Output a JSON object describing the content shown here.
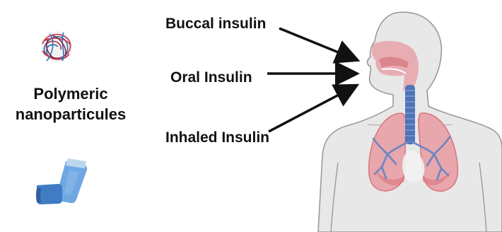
{
  "routes": {
    "buccal": "Buccal insulin",
    "oral": "Oral Insulin",
    "inhaled": "Inhaled Insulin"
  },
  "particle_label": {
    "line1": "Polymeric",
    "line2": "nanoparticules"
  },
  "colors": {
    "skin": "#e8e8e8",
    "outline": "#9a9a9a",
    "airway_pink": "#e8a6ad",
    "lung_red": "#d9747c",
    "trachea_blue": "#4f74b8",
    "bronchi": "#6b86c2",
    "inhaler_body": "#6ea7e2",
    "inhaler_cap": "#bcd6ef",
    "inhaler_mouth": "#2f5f9e",
    "particle_red": "#c9313a",
    "particle_blue": "#2f6fb3",
    "arrow": "#111111"
  }
}
